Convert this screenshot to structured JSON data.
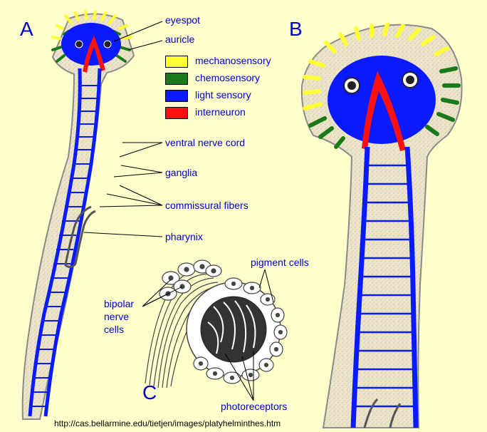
{
  "panels": {
    "a": "A",
    "b": "B",
    "c": "C"
  },
  "labels": {
    "eyespot": "eyespot",
    "auricle": "auricle",
    "ventral_nerve_cord": "ventral nerve cord",
    "ganglia": "ganglia",
    "commissural_fibers": "commissural fibers",
    "pharynix": "pharynix",
    "pigment_cells": "pigment cells",
    "bipolar_1": "bipolar",
    "bipolar_2": "nerve",
    "bipolar_3": "cells",
    "photoreceptors": "photoreceptors"
  },
  "legend": [
    {
      "label": "mechanosensory",
      "color": "#ffff33"
    },
    {
      "label": "chemosensory",
      "color": "#1a7a1a"
    },
    {
      "label": "light sensory",
      "color": "#0a1aff"
    },
    {
      "label": "interneuron",
      "color": "#ff1010"
    }
  ],
  "colors": {
    "background": "#ffffcc",
    "body_fill": "#ece4c8",
    "outline": "#8a8a8a",
    "text": "#0000cc"
  },
  "source_url": "http://cas.bellarmine.edu/tietjen/images/platyhelminthes.htm"
}
